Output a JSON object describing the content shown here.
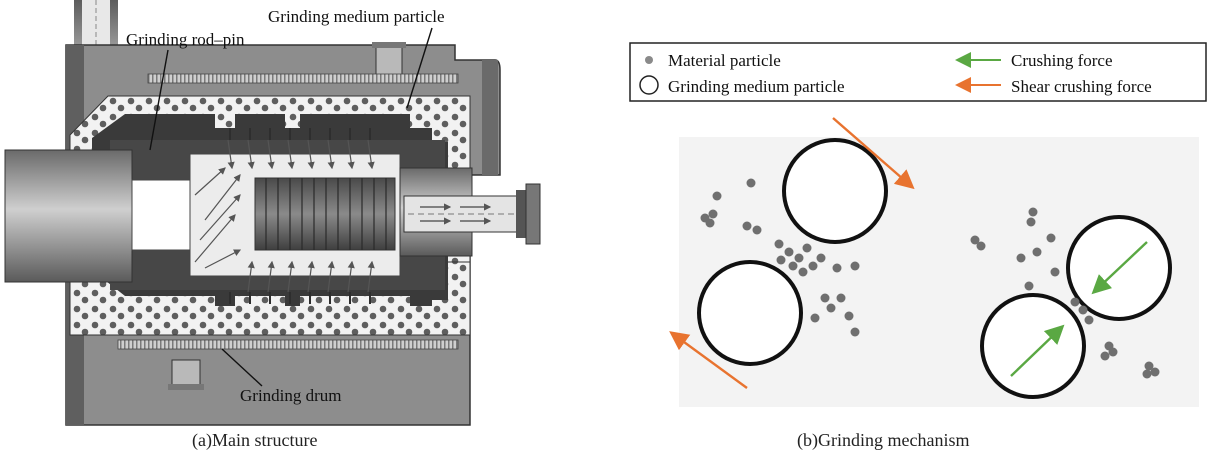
{
  "panel_a": {
    "labels": {
      "grinding_medium_particle": "Grinding medium particle",
      "grinding_rod_pin": "Grinding rod–pin",
      "grinding_drum": "Grinding drum"
    },
    "caption": "(a)Main structure"
  },
  "panel_b": {
    "legend": {
      "material_particle": "Material particle",
      "grinding_medium_particle": "Grinding medium particle",
      "crushing_force": "Crushing force",
      "shear_crushing_force": "Shear crushing force"
    },
    "caption": "(b)Grinding mechanism"
  },
  "colors": {
    "crushing_force": "#5aa843",
    "shear_crushing_force": "#e8732f",
    "particle": "#6f6f6f"
  }
}
